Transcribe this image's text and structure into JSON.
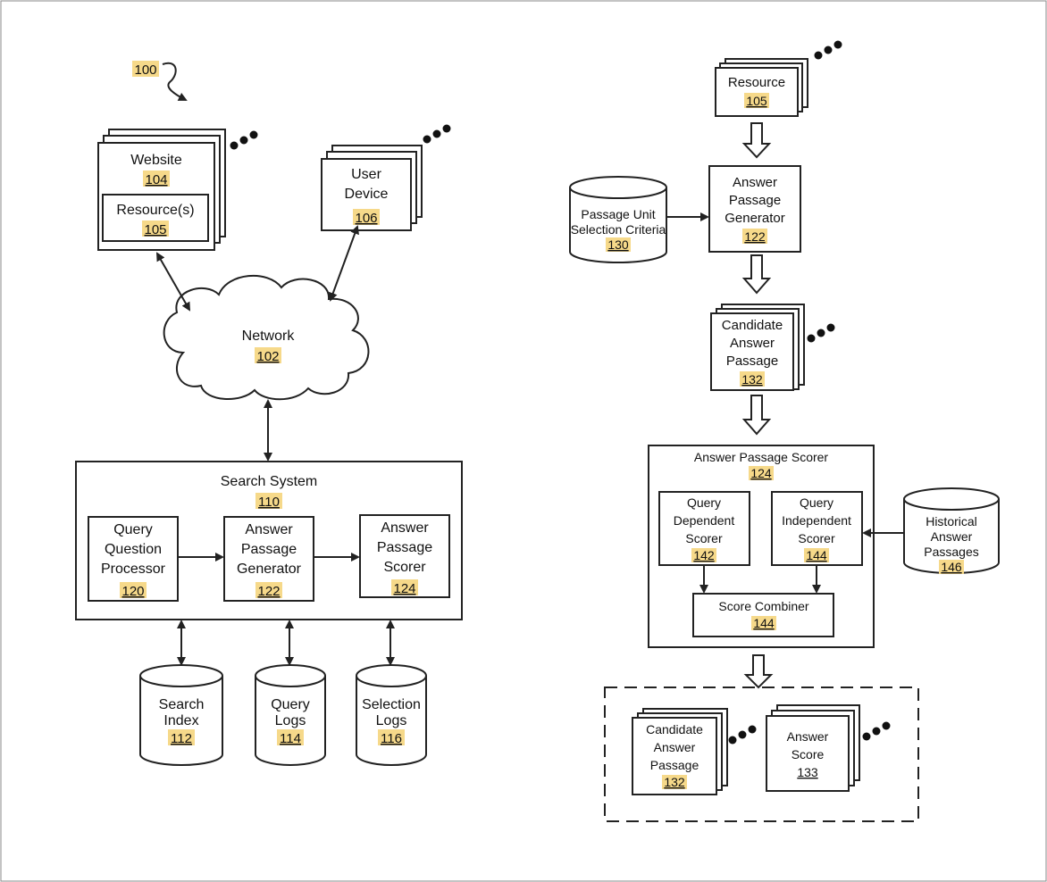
{
  "figure_ref": "100",
  "left": {
    "website": {
      "label": "Website",
      "ref": "104"
    },
    "resources": {
      "label": "Resource(s)",
      "ref": "105"
    },
    "user_device": {
      "line1": "User",
      "line2": "Device",
      "ref": "106"
    },
    "network": {
      "label": "Network",
      "ref": "102"
    },
    "search_system": {
      "label": "Search System",
      "ref": "110"
    },
    "query_processor": {
      "line1": "Query",
      "line2": "Question",
      "line3": "Processor",
      "ref": "120"
    },
    "answer_generator": {
      "line1": "Answer",
      "line2": "Passage",
      "line3": "Generator",
      "ref": "122"
    },
    "answer_scorer": {
      "line1": "Answer",
      "line2": "Passage",
      "line3": "Scorer",
      "ref": "124"
    },
    "search_index": {
      "line1": "Search",
      "line2": "Index",
      "ref": "112"
    },
    "query_logs": {
      "line1": "Query",
      "line2": "Logs",
      "ref": "114"
    },
    "selection_logs": {
      "line1": "Selection",
      "line2": "Logs",
      "ref": "116"
    }
  },
  "right": {
    "resource": {
      "label": "Resource",
      "ref": "105"
    },
    "passage_criteria": {
      "line1": "Passage Unit",
      "line2": "Selection Criteria",
      "ref": "130"
    },
    "generator": {
      "line1": "Answer",
      "line2": "Passage",
      "line3": "Generator",
      "ref": "122"
    },
    "candidate": {
      "line1": "Candidate",
      "line2": "Answer",
      "line3": "Passage",
      "ref": "132"
    },
    "scorer": {
      "label": "Answer Passage Scorer",
      "ref": "124"
    },
    "dependent": {
      "line1": "Query",
      "line2": "Dependent",
      "line3": "Scorer",
      "ref": "142"
    },
    "independent": {
      "line1": "Query",
      "line2": "Independent",
      "line3": "Scorer",
      "ref": "144"
    },
    "combiner": {
      "label": "Score Combiner",
      "ref": "144"
    },
    "historical": {
      "line1": "Historical",
      "line2": "Answer",
      "line3": "Passages",
      "ref": "146"
    },
    "out_candidate": {
      "line1": "Candidate",
      "line2": "Answer",
      "line3": "Passage",
      "ref": "132"
    },
    "out_score": {
      "line1": "Answer",
      "line2": "Score",
      "ref": "133"
    }
  },
  "colors": {
    "ref_highlight": "#f6d98a",
    "stroke": "#222222"
  }
}
